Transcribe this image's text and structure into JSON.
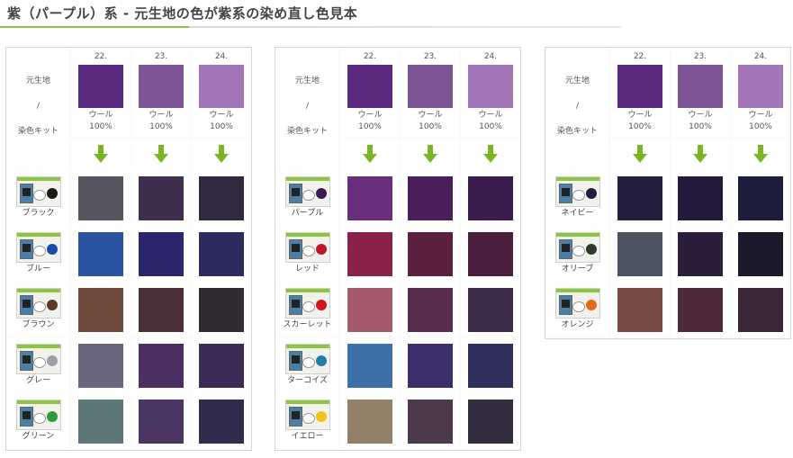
{
  "page": {
    "title": "紫（パープル）系 - 元生地の色が紫系の染め直し色見本"
  },
  "header": {
    "label_top": "元生地",
    "label_mid": "/",
    "label_bottom": "染色キット",
    "fabric_line1": "ウール",
    "fabric_line2": "100%"
  },
  "base_fabrics": [
    {
      "number": "22.",
      "color": "#5b2a7e"
    },
    {
      "number": "23.",
      "color": "#7d5597"
    },
    {
      "number": "24.",
      "color": "#a175b6"
    }
  ],
  "arrow_color": "#7ab521",
  "tables": [
    {
      "rows": [
        {
          "dye": "ブラック",
          "dot": "#1a1a1a",
          "results": [
            "#55565f",
            "#3d2f4d",
            "#30293f"
          ]
        },
        {
          "dye": "ブルー",
          "dot": "#1d4ca8",
          "results": [
            "#2b55a0",
            "#2b266b",
            "#2b2b5f"
          ]
        },
        {
          "dye": "ブラウン",
          "dot": "#5a3a26",
          "results": [
            "#6e4a3d",
            "#4a2e38",
            "#322a33"
          ]
        },
        {
          "dye": "グレー",
          "dot": "#9aa0a6",
          "results": [
            "#6c6680",
            "#4c2f63",
            "#3a2c57"
          ]
        },
        {
          "dye": "グリーン",
          "dot": "#2d9a3f",
          "results": [
            "#5d7776",
            "#4a3563",
            "#302c4b"
          ]
        }
      ]
    },
    {
      "rows": [
        {
          "dye": "パープル",
          "dot": "#3c1a52",
          "results": [
            "#6a2d7c",
            "#4a1f5c",
            "#3a1c4c"
          ]
        },
        {
          "dye": "レッド",
          "dot": "#c0142b",
          "results": [
            "#8a2148",
            "#5b1f3f",
            "#4a1f3e"
          ]
        },
        {
          "dye": "スカーレット",
          "dot": "#d4141c",
          "results": [
            "#a45a6a",
            "#5a2d4c",
            "#3e2a49"
          ]
        },
        {
          "dye": "ターコイズ",
          "dot": "#1f7fa6",
          "results": [
            "#3c70a6",
            "#3c2f6b",
            "#2f2f5e"
          ]
        },
        {
          "dye": "イエロー",
          "dot": "#f0c418",
          "results": [
            "#938069",
            "#4c3a4c",
            "#322c3e"
          ]
        }
      ]
    },
    {
      "rows": [
        {
          "dye": "ネイビー",
          "dot": "#1f1f3f",
          "results": [
            "#241f3f",
            "#231a3c",
            "#1c1d3a"
          ]
        },
        {
          "dye": "オリーブ",
          "dot": "#2a3a2c",
          "results": [
            "#4a5360",
            "#2a1e3a",
            "#1a1a2c"
          ]
        },
        {
          "dye": "オレンジ",
          "dot": "#e8681a",
          "results": [
            "#7a4a44",
            "#4d2a3a",
            "#3a2636"
          ]
        }
      ]
    }
  ]
}
